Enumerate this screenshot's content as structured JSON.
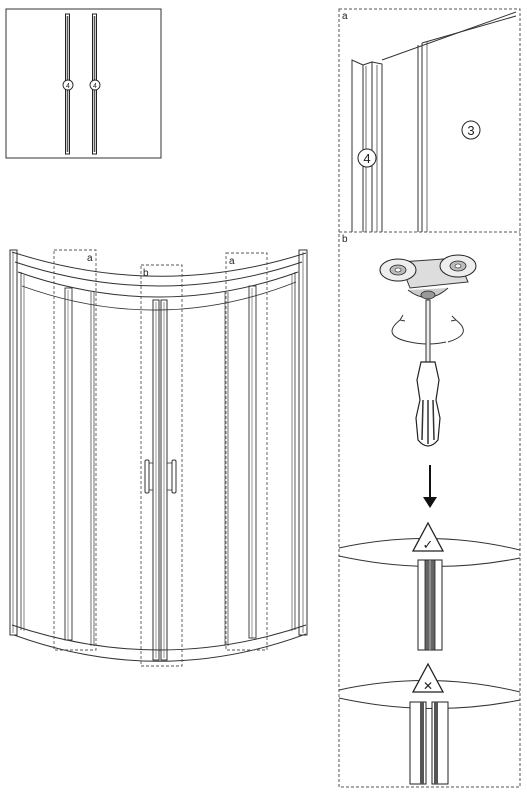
{
  "parts_box": {
    "labels": [
      "4",
      "4"
    ]
  },
  "detail_a": {
    "tag": "a",
    "labels": [
      "4",
      "3"
    ]
  },
  "detail_b": {
    "tag": "b",
    "correct_symbol": "✓",
    "wrong_symbol": "✕"
  },
  "enclosure": {
    "callouts": [
      "a",
      "b",
      "a"
    ]
  }
}
